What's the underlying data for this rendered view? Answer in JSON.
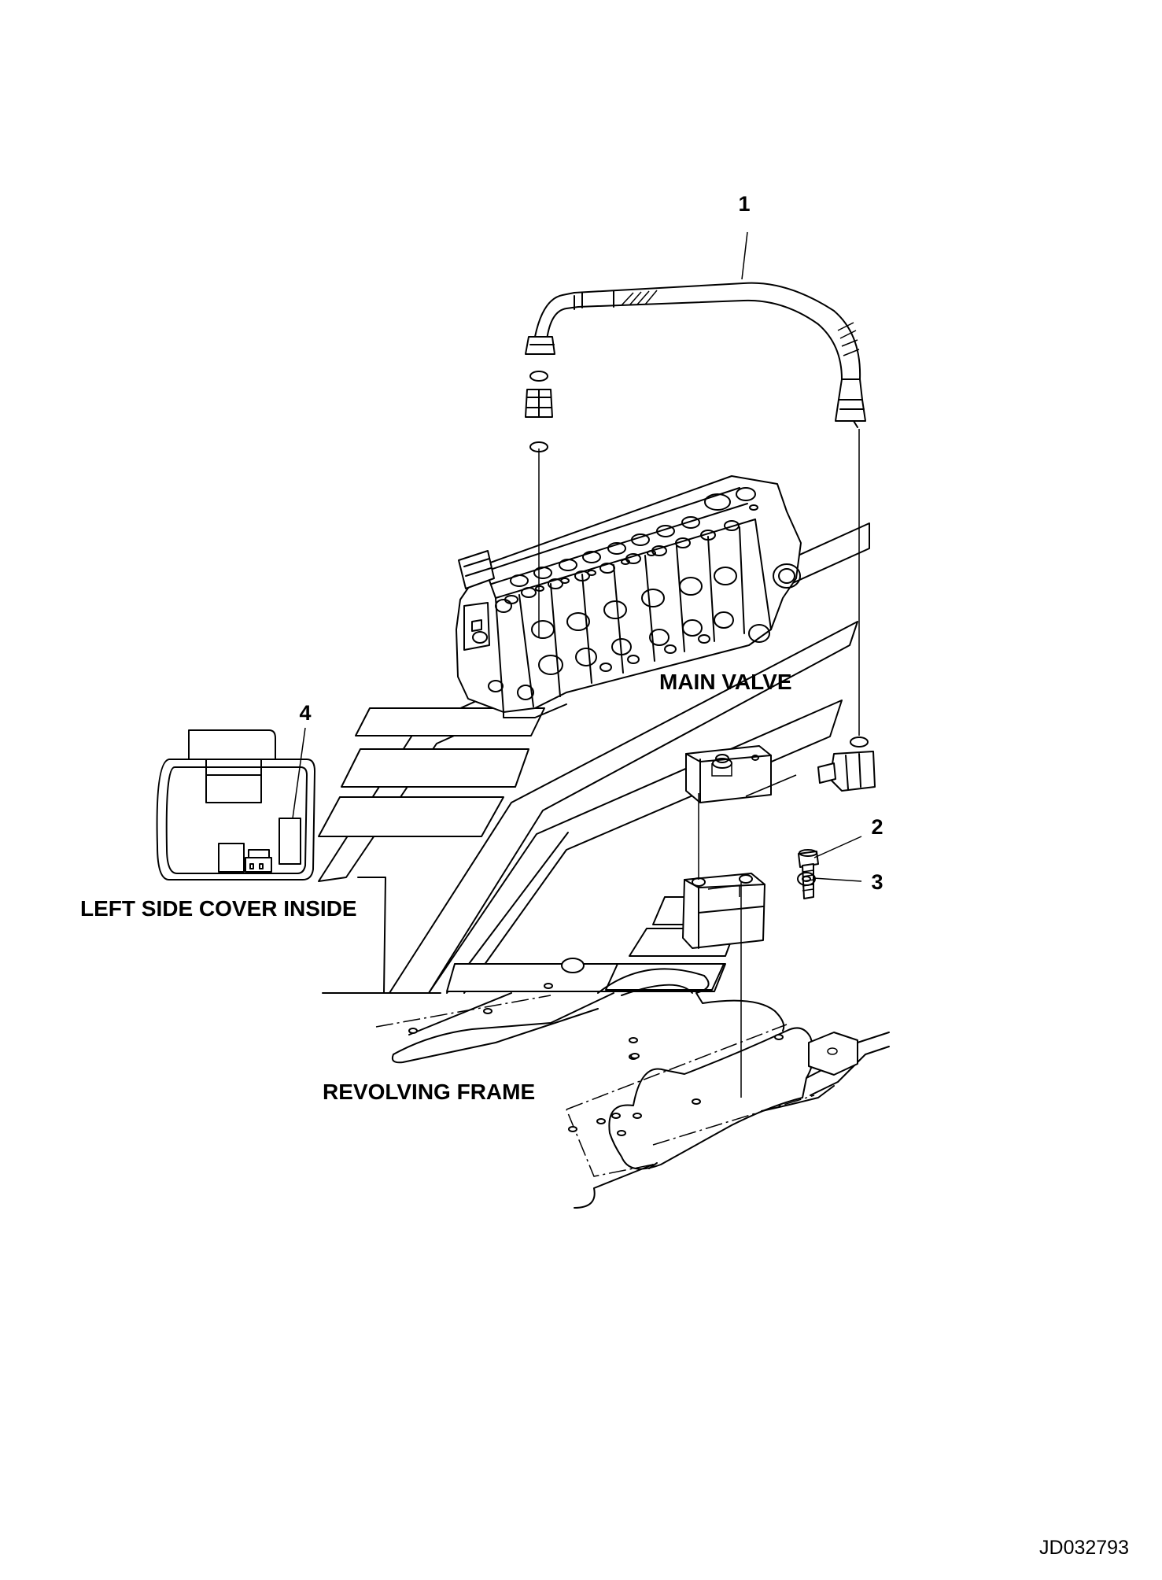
{
  "labels": {
    "callout_1": "1",
    "callout_2": "2",
    "callout_3": "3",
    "callout_4": "4",
    "main_valve": "MAIN VALVE",
    "left_side_cover_inside": "LEFT SIDE COVER INSIDE",
    "revolving_frame": "REVOLVING FRAME",
    "drawing_code": "JD032793"
  }
}
